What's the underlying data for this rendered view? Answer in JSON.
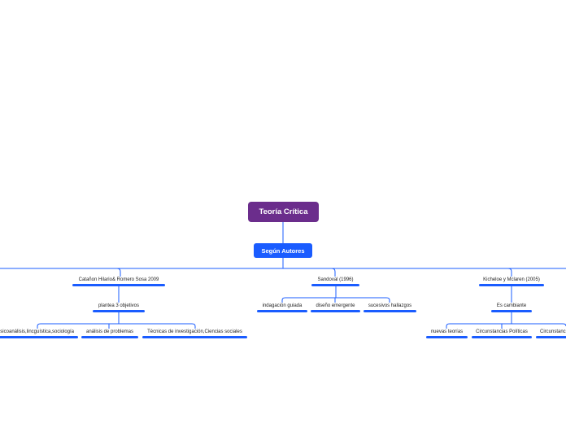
{
  "colors": {
    "root_fill": "#6b2d8c",
    "main_fill": "#1a5cff",
    "connector": "#1a5cff",
    "text": "#222222"
  },
  "root": {
    "label": "Teoría Crítica"
  },
  "main": {
    "label": "Según Autores"
  },
  "authors": [
    {
      "label": "Catañon Hilario& Romero Sosa 2009",
      "child": {
        "label": "plantea 3 objetivos",
        "children": [
          "psicoanálisis,lincguística,sociología",
          "análisis de problemas",
          "Técnicas de investigación,Ciencias sociales"
        ]
      }
    },
    {
      "label": "Sandoval (1996)",
      "children": [
        "indagación guiada",
        "diseño emergente",
        "sucesivos hallazgos"
      ]
    },
    {
      "label": "Kicheloe y Mclaren (2005)",
      "child": {
        "label": "Es cambiante",
        "children": [
          "nuevas teorías",
          "Circunstancias Políticas",
          "Circunstancias"
        ]
      }
    }
  ]
}
